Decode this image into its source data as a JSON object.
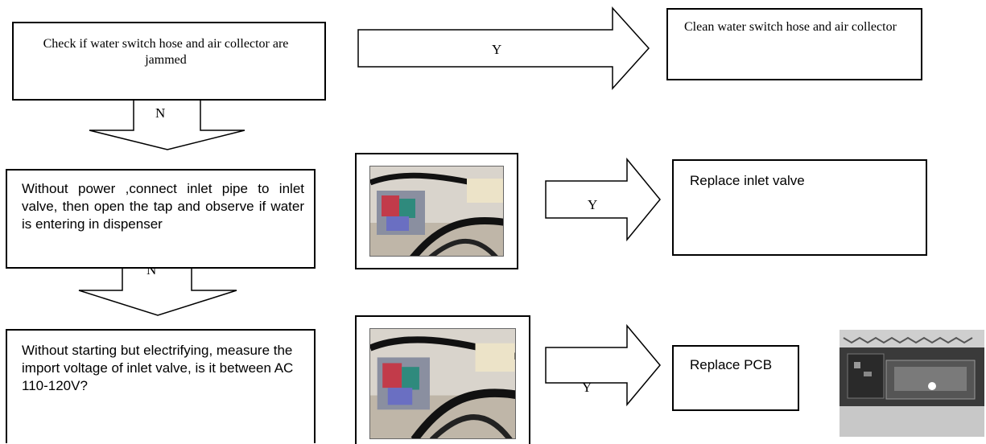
{
  "steps": {
    "step1": "Check if water switch hose and air collector are jammed",
    "step2": "Without power ,connect inlet pipe to inlet valve, then open the tap and observe if water is entering in dispenser",
    "step3": "Without starting but electrifying, measure the import voltage of inlet valve, is it between AC 110-120V?"
  },
  "results": {
    "result1": "Clean water switch hose and air collector",
    "result2": "Replace inlet valve",
    "result3": "Replace PCB"
  },
  "arrow_labels": {
    "yes1": "Y",
    "yes2": "Y",
    "yes3": "Y",
    "no1": "N",
    "no2": "N"
  },
  "images": {
    "valve_photo_1": "inlet-valve-photo",
    "valve_photo_2": "inlet-valve-photo",
    "pcb_photo": "pcb-photo"
  }
}
